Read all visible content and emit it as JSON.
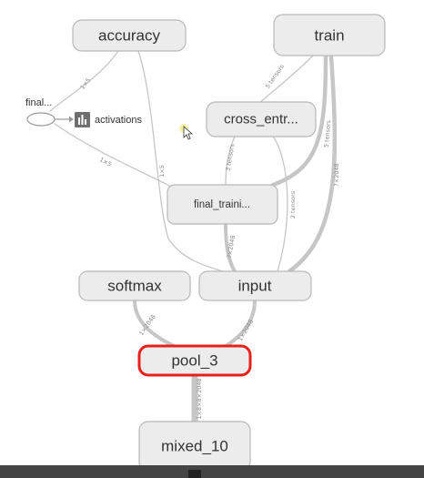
{
  "nodes": {
    "accuracy": "accuracy",
    "train": "train",
    "final_collapsed": "final...",
    "activations": "activations",
    "cross_entropy": "cross_entr...",
    "final_training": "final_traini...",
    "softmax": "softmax",
    "input": "input",
    "pool_3": "pool_3",
    "mixed_10": "mixed_10"
  },
  "edge_labels": {
    "accuracy_to_final": "1×5",
    "final_to_final_training": "1×5",
    "accuracy_to_input": "1×5",
    "train_to_cross_entropy": "5 tensors",
    "cross_entropy_to_final_training": "3 tensors",
    "cross_entropy_to_input": "2 tensors",
    "train_to_final_training": "5 tensors",
    "train_to_input": "?×2048",
    "final_training_to_input": "?×2048",
    "softmax_to_pool": "1×2048",
    "input_to_pool": "1×2048",
    "pool_to_mixed": "1×8×8×2048"
  },
  "colors": {
    "node_fill": "#ececec",
    "node_stroke": "#b8b8b8",
    "selected_stroke": "#e8201a",
    "edge": "#c6c6c6",
    "edge_heavy": "#bdbdbd"
  },
  "icons": {
    "activations": "bar-chart-icon",
    "cursor": "arrow-cursor-icon"
  }
}
